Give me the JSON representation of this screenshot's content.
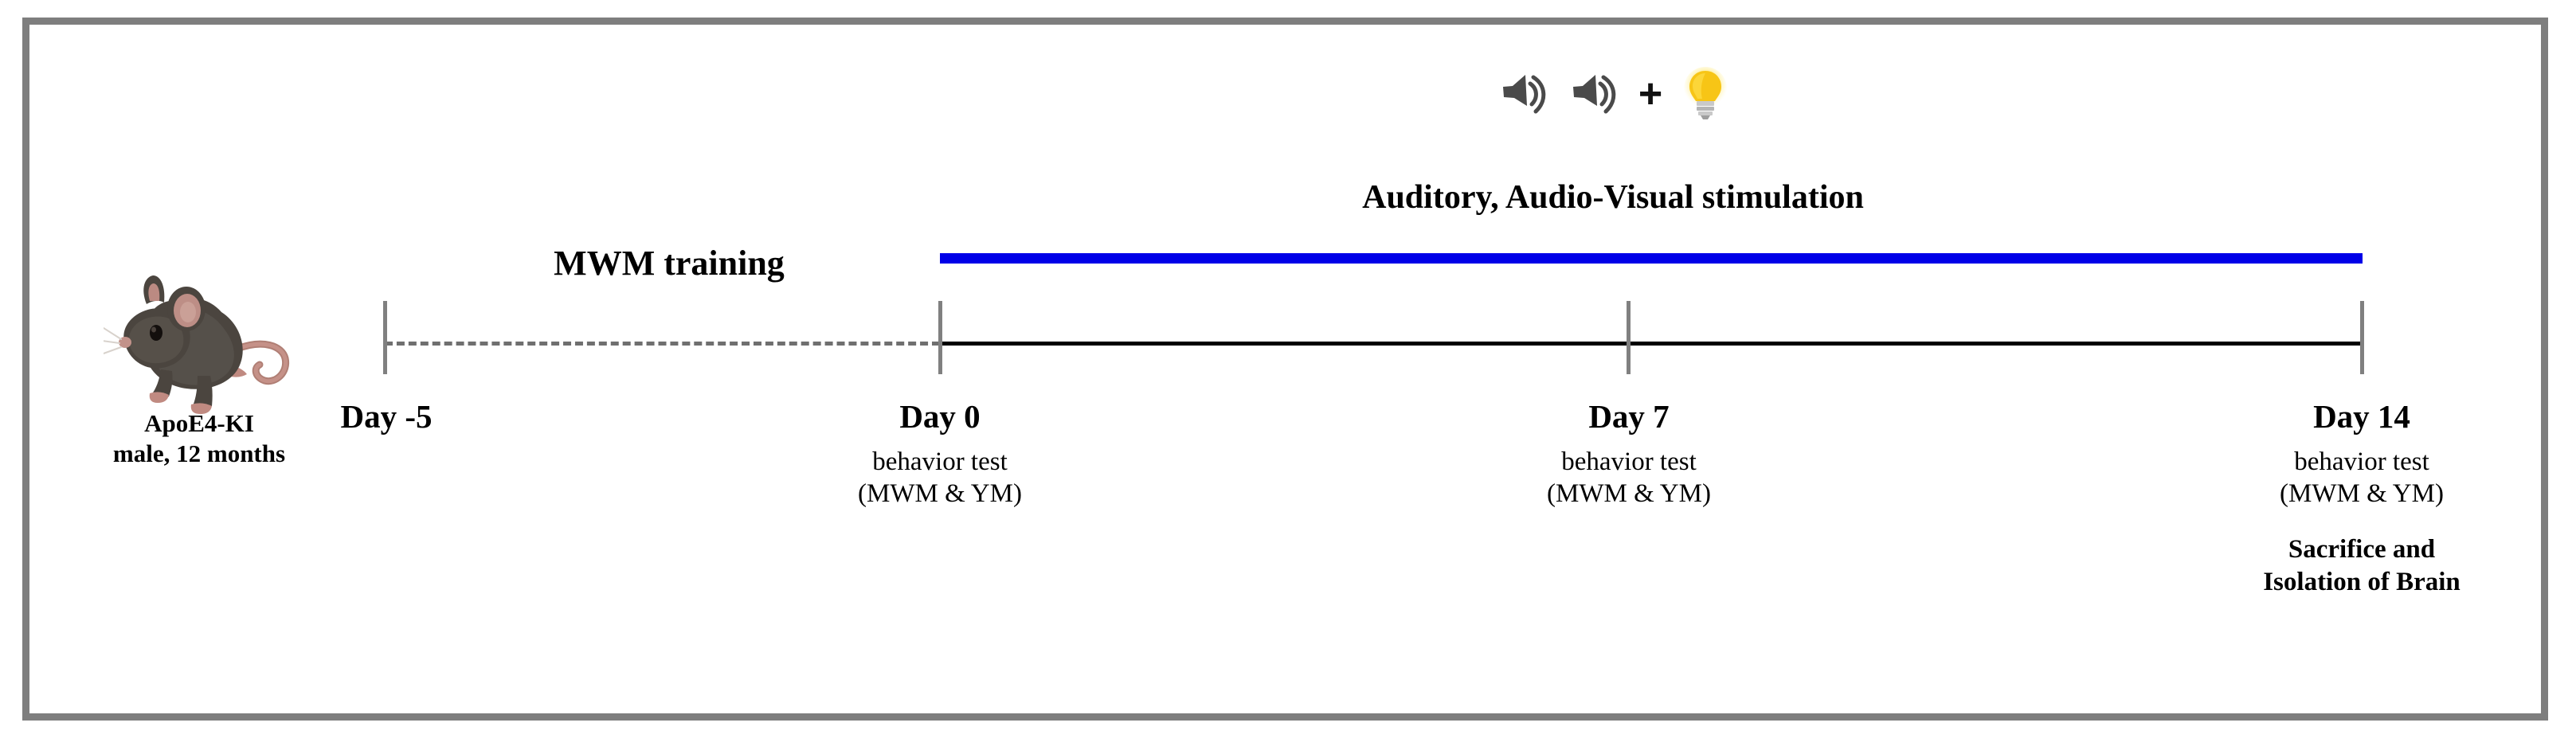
{
  "figure": {
    "subject": {
      "line1": "ApoE4-KI",
      "line2": "male, 12 months",
      "icon": "mouse-illustration"
    },
    "phases": {
      "training_label": "MWM training",
      "stimulation_label": "Auditory, Audio-Visual stimulation",
      "plus_symbol": "+",
      "icons": [
        "speaker-icon",
        "speaker-icon",
        "light-bulb-icon"
      ]
    },
    "timeline": {
      "dashed_segment": "Day -5 to Day 0",
      "solid_segment": "Day 0 to Day 14",
      "bar_color": "#0000e8",
      "axis_color": "#000000",
      "tick_color": "#808080",
      "frame_color": "#7e7e7e"
    },
    "timepoints": [
      {
        "title": "Day -5",
        "sub": "",
        "sub2": "",
        "extra1": "",
        "extra2": ""
      },
      {
        "title": "Day 0",
        "sub": "behavior  test",
        "sub2": "(MWM & YM)",
        "extra1": "",
        "extra2": ""
      },
      {
        "title": "Day 7",
        "sub": "behavior  test",
        "sub2": "(MWM & YM)",
        "extra1": "",
        "extra2": ""
      },
      {
        "title": "Day 14",
        "sub": "behavior  test",
        "sub2": "(MWM & YM)",
        "extra1": "Sacrifice  and",
        "extra2": "Isolation of Brain"
      }
    ]
  }
}
